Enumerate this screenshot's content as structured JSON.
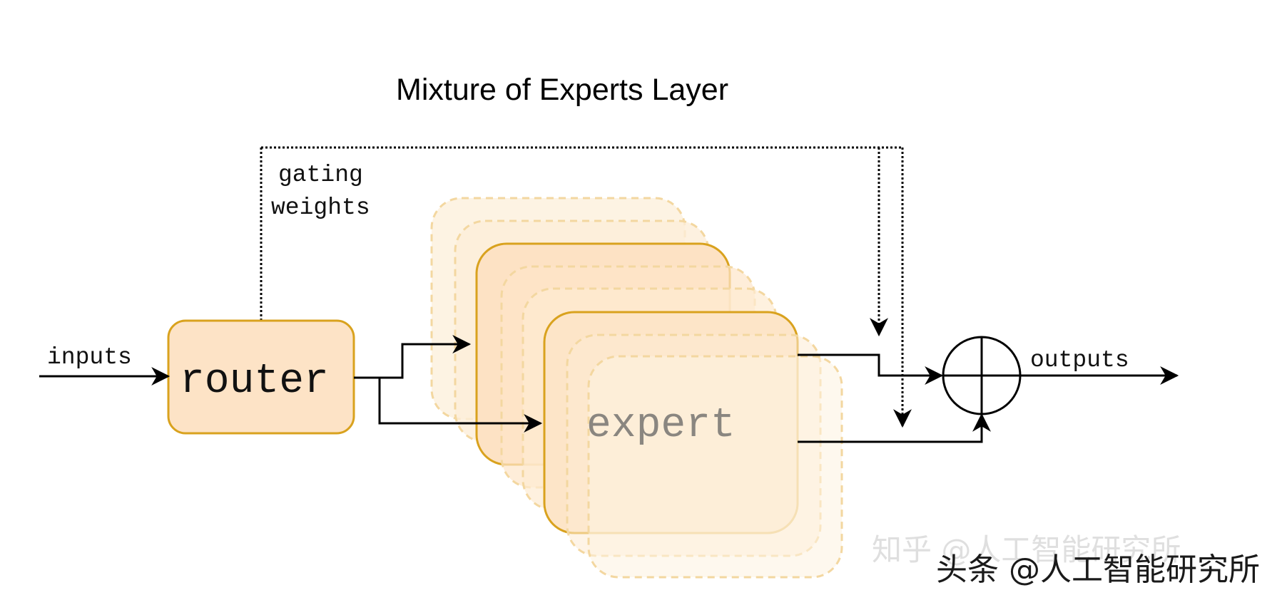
{
  "diagram": {
    "title": "Mixture of Experts Layer",
    "labels": {
      "inputs": "inputs",
      "gating_line1": "gating",
      "gating_line2": "weights",
      "router": "router",
      "expert": "expert",
      "outputs": "outputs"
    },
    "colors": {
      "router_fill": "#fde3c6",
      "router_stroke": "#d9a21e",
      "expert_fill": "#fde5c8",
      "expert_stroke": "#d9a21e",
      "ghost_fill": "#fdf0dc",
      "ghost_stroke": "#f3d7a0",
      "arrows": "#000000"
    },
    "combine_symbol": "circle-plus"
  },
  "watermarks": {
    "ghost": "知乎 @人工智能研究所",
    "main": "头条 @人工智能研究所"
  }
}
